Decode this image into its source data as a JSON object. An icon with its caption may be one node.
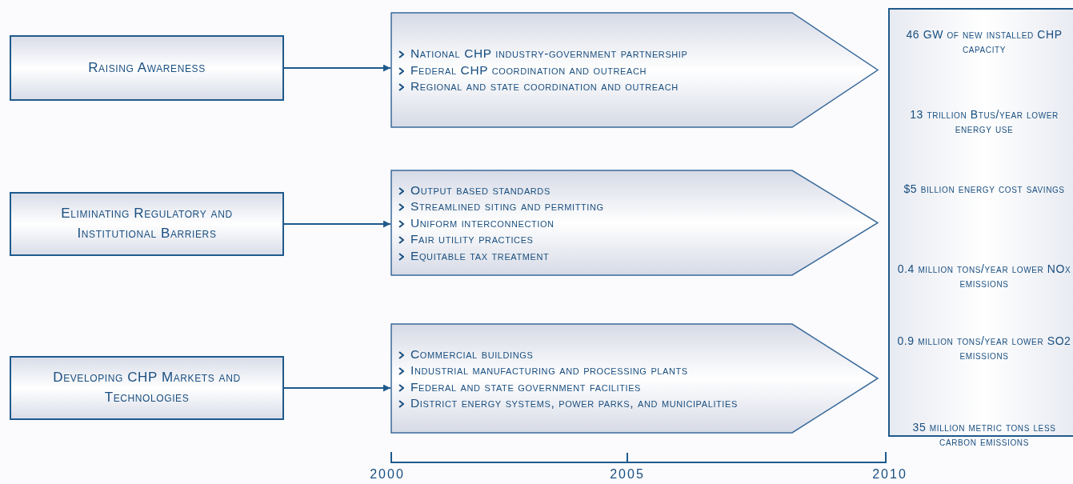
{
  "diagram": {
    "nodes": [
      {
        "text": [
          "Raising Awareness"
        ]
      },
      {
        "text": [
          "Eliminating Regulatory and Institutional Barriers"
        ]
      },
      {
        "text": [
          "Developing CHP Markets and Technologies"
        ]
      },
      {
        "text": [
          "National CHP industry-government partnership",
          "Federal CHP coordination and outreach",
          "Regional and state coordination and outreach"
        ]
      },
      {
        "text": [
          "Output based standards",
          "Streamlined siting and permitting",
          "Uniform interconnection",
          "Fair utility practices",
          "Equitable tax treatment"
        ]
      },
      {
        "text": [
          "Commercial buildings",
          "Industrial manufacturing and processing plants",
          "Federal and state government facilities",
          "District energy systems, power parks, and municipalities"
        ]
      },
      {
        "text": [
          "46 GW of new installed CHP capacity",
          "13 trillion Btus/year lower energy use",
          "$5 billion energy cost savings",
          "0.4 million tons/year lower NOx emissions",
          "0.9 million tons/year lower SO2 emissions",
          "35 million metric tons less carbon emissions"
        ]
      }
    ],
    "edges": [
      {
        "from": 0,
        "to": 3,
        "arrow": "to"
      },
      {
        "from": 1,
        "to": 4,
        "arrow": "to"
      },
      {
        "from": 2,
        "to": 5,
        "arrow": "to"
      }
    ],
    "labels": [
      "2000",
      "2005",
      "2010"
    ]
  }
}
